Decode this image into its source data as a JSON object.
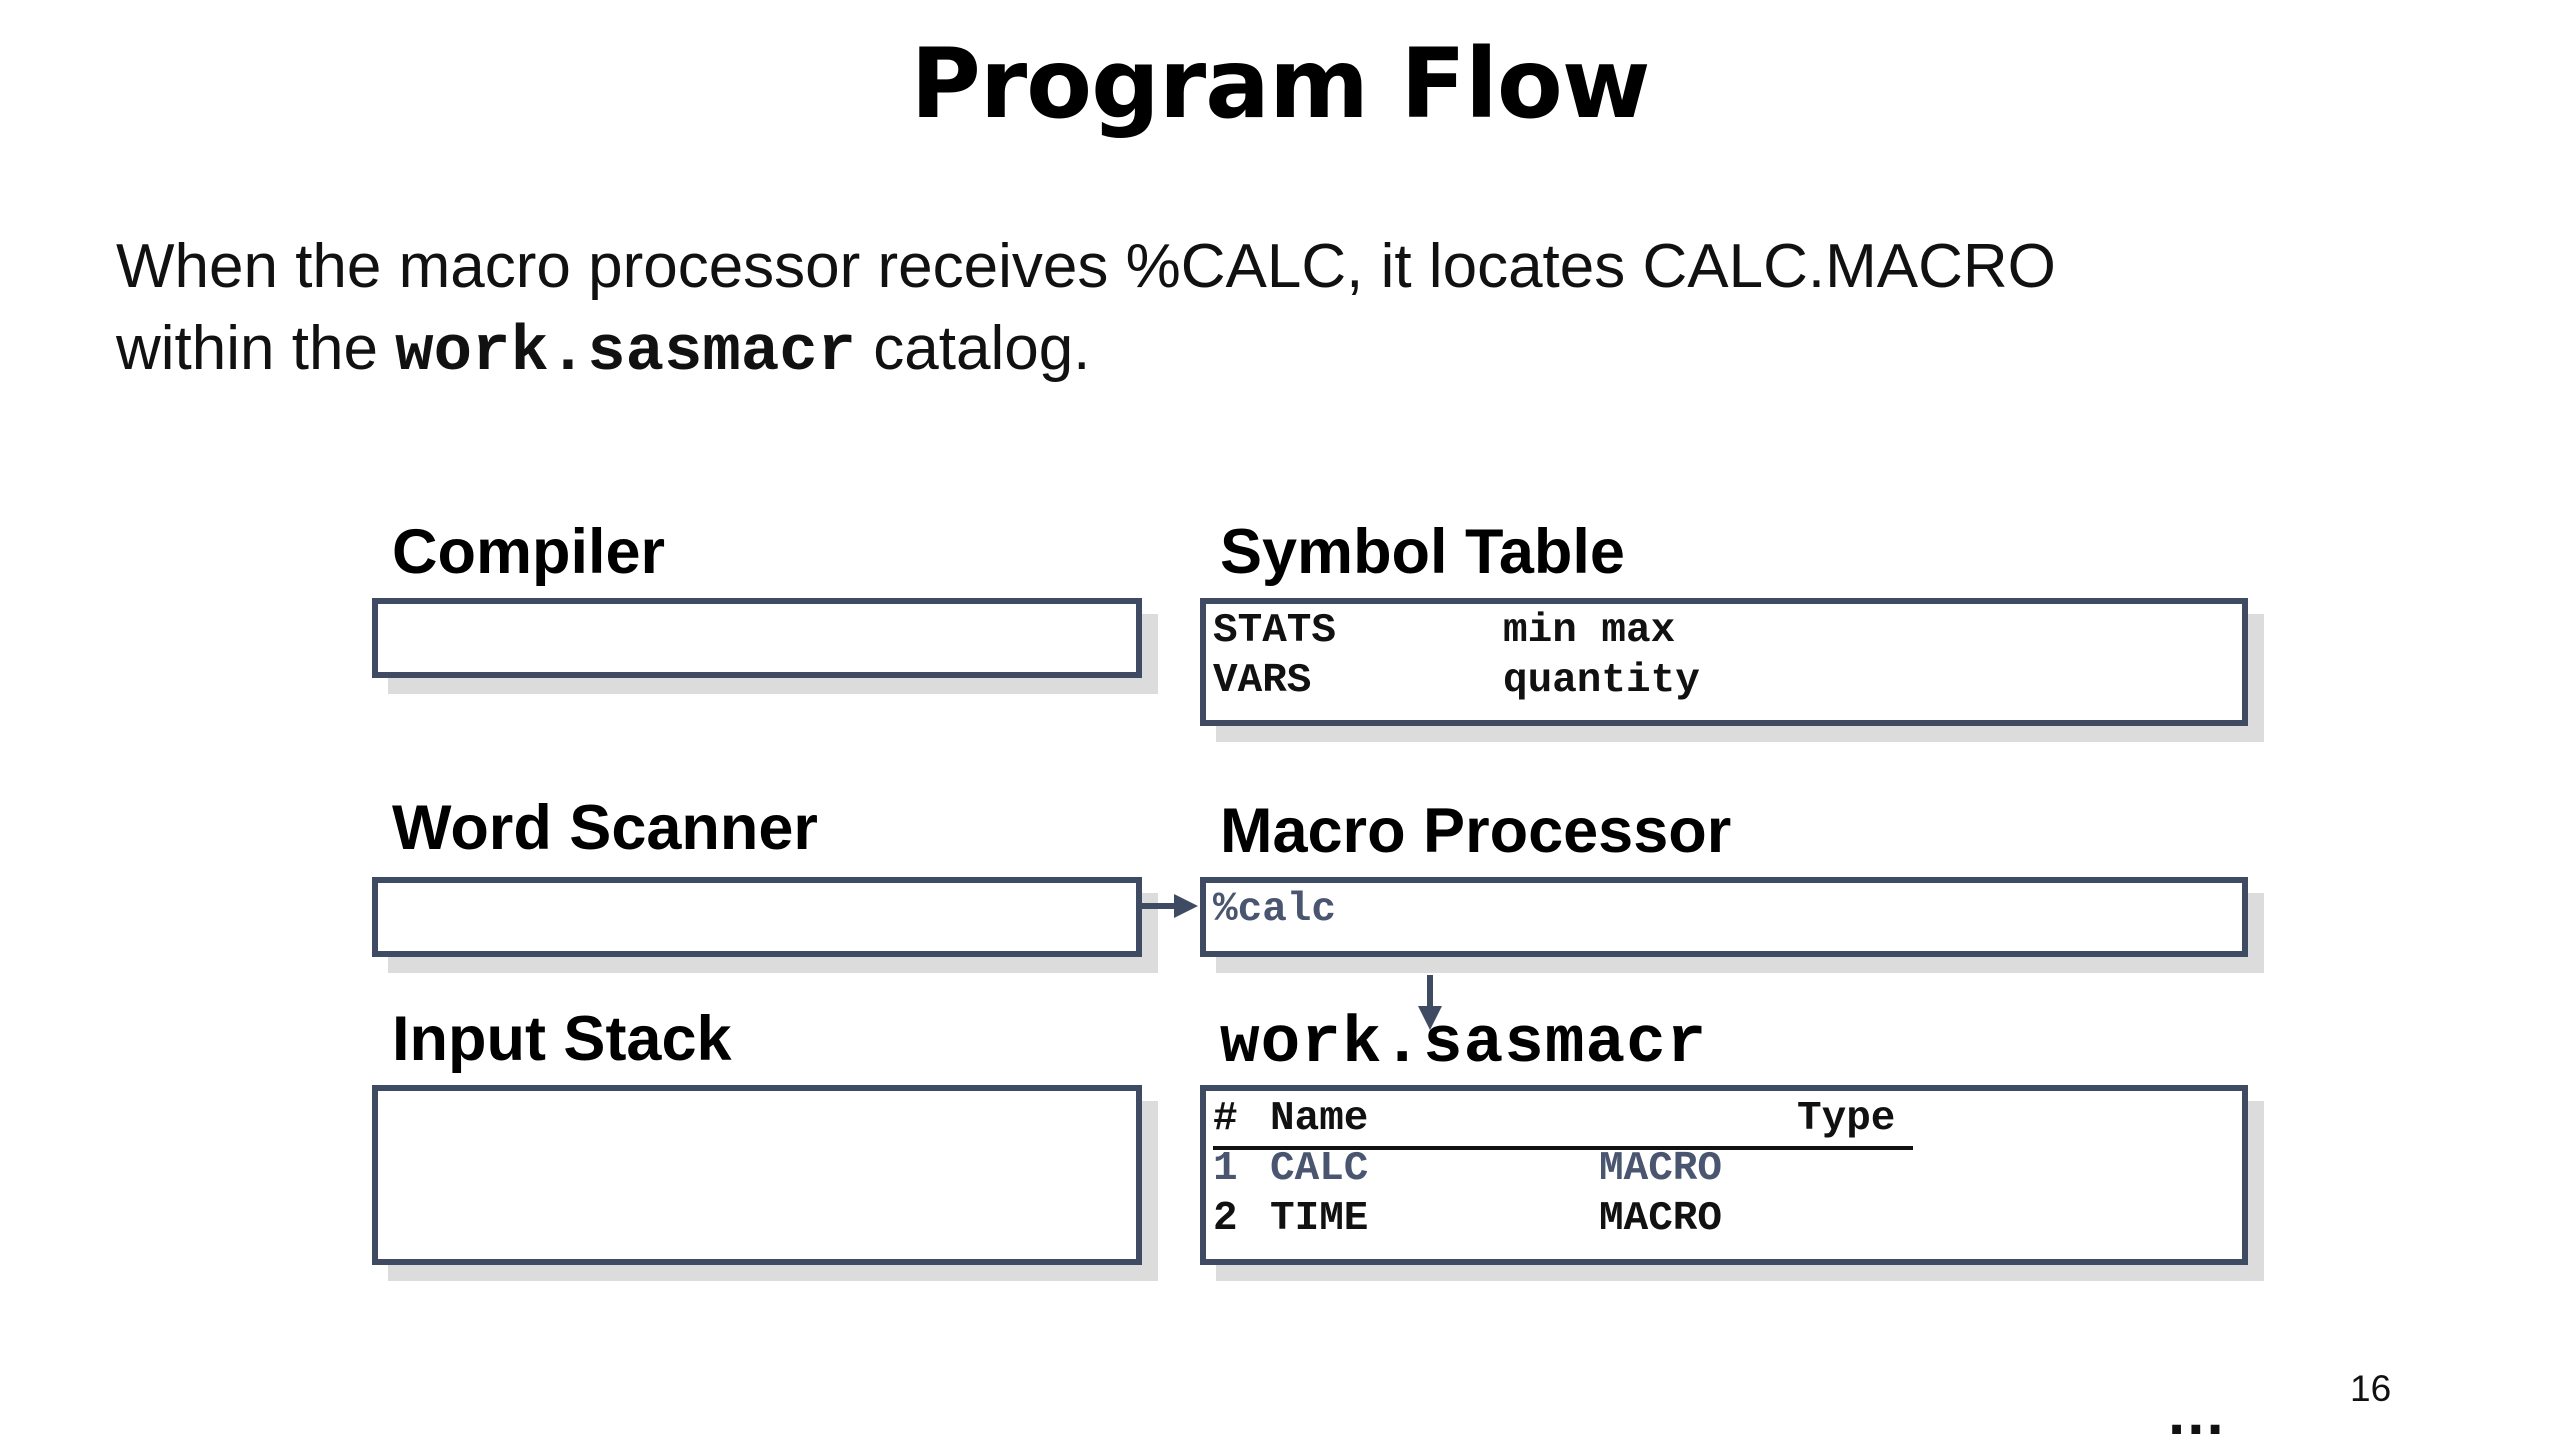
{
  "slide": {
    "title": "Program Flow",
    "intro_line1": "When the macro processor receives %CALC, it locates CALC.MACRO",
    "intro_line2_prefix": "within the ",
    "intro_line2_code": "work.sasmacr",
    "intro_line2_suffix": " catalog.",
    "page_number": "16",
    "ellipsis": "..."
  },
  "panels": {
    "compiler_label": "Compiler",
    "word_scanner_label": "Word Scanner",
    "input_stack_label": "Input Stack",
    "symbol_table_label": "Symbol Table",
    "macro_processor_label": "Macro Processor",
    "catalog_label": "work.sasmacr"
  },
  "symbol_table": {
    "rows": [
      {
        "name": "STATS",
        "value": "min max"
      },
      {
        "name": "VARS",
        "value": "quantity"
      }
    ]
  },
  "macro_processor": {
    "content": "%calc"
  },
  "catalog": {
    "header": {
      "num": "#",
      "name": "Name",
      "type": "Type"
    },
    "rows": [
      {
        "num": "1",
        "name": "CALC",
        "type": "MACRO"
      },
      {
        "num": "2",
        "name": "TIME",
        "type": "MACRO"
      }
    ]
  },
  "colors": {
    "box_border": "#3f4b63",
    "box_shadow": "#dcdcdc",
    "highlight_text": "#4a5670"
  }
}
